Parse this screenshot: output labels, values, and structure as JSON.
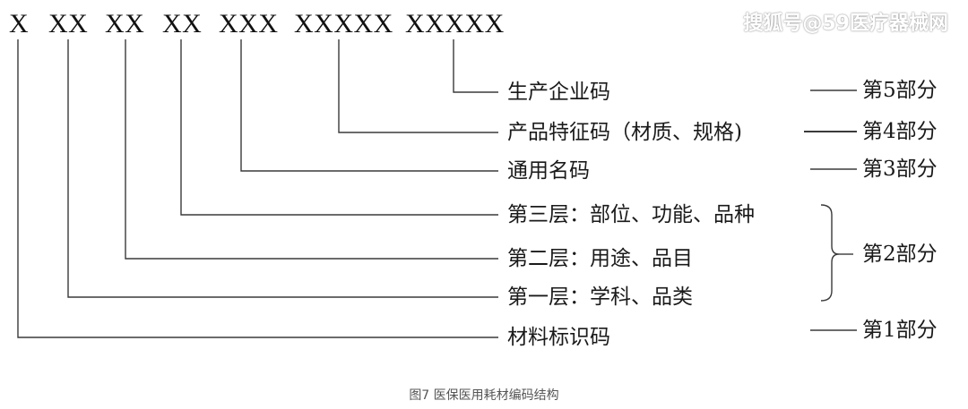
{
  "watermark": "搜狐号@59医疗器械网",
  "code_segments": [
    "X",
    "XX",
    "XX",
    "XX",
    "XXX",
    "XXXXX",
    "XXXXX"
  ],
  "labels": {
    "manufacturer": "生产企业码",
    "feature": "产品特征码（材质、规格)",
    "generic_name": "通用名码",
    "level3": "第三层：部位、功能、品种",
    "level2": "第二层：用途、品目",
    "level1": "第一层：学科、品类",
    "material_id": "材料标识码"
  },
  "parts": {
    "part5": "第5部分",
    "part4": "第4部分",
    "part3": "第3部分",
    "part2": "第2部分",
    "part1": "第1部分"
  },
  "caption": "图7 医保医用耗材编码结构"
}
